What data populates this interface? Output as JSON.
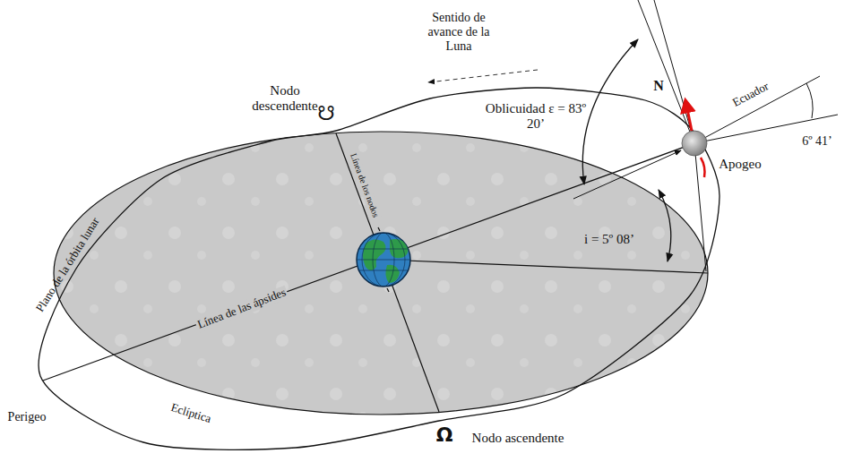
{
  "diagram": {
    "labels": [
      "Sentido de avance de la Luna",
      "Nodo descendente",
      "☋",
      "Oblicuidad ε = 83º 20’",
      "N",
      "Ecuador",
      "6º 41’",
      "Apogeo",
      "i = 5º 08’",
      "Plano de la órbita lunar",
      "Línea de los nodos",
      "Línea de las ápsides",
      "Eclíptica",
      "Perigeo",
      "Ω",
      "Nodo ascendente"
    ]
  }
}
